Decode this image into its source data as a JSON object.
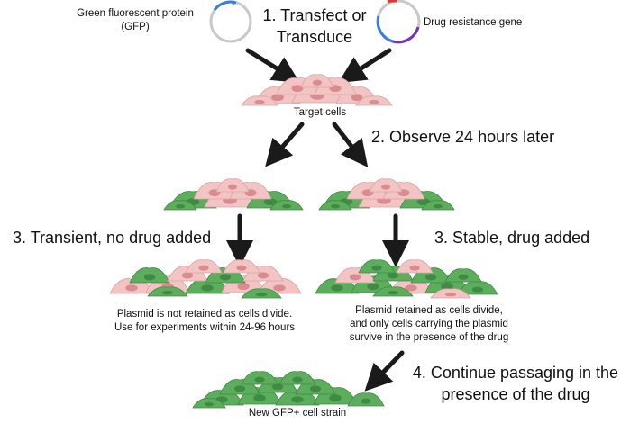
{
  "plasmids": {
    "gfp_label_line1": "Green fluorescent protein",
    "gfp_label_line2": "(GFP)",
    "drug_label": "Drug resistance gene"
  },
  "steps": {
    "step1_line1": "1. Transfect or",
    "step1_line2": "Transduce",
    "step2": "2. Observe 24 hours later",
    "step3_transient": "3. Transient, no drug added",
    "step3_stable": "3. Stable, drug added",
    "step4_line1": "4. Continue passaging in the",
    "step4_line2": "presence of the drug"
  },
  "captions": {
    "target_cells": "Target cells",
    "transient_line1": "Plasmid is not retained as cells divide.",
    "transient_line2": "Use for experiments within 24-96 hours",
    "stable_line1": "Plasmid retained as cells divide,",
    "stable_line2": "and only cells carrying the plasmid",
    "stable_line3": "survive in the presence of the drug",
    "final": "New GFP+ cell strain"
  },
  "colors": {
    "pink_cell": "#f3c4c4",
    "pink_nucleus": "#d98c8f",
    "green_cell": "#5cae5c",
    "green_nucleus": "#3f8b45",
    "arrow": "#1a1a1a",
    "plasmid_gfp_accent": "#3a7fd8",
    "plasmid_drug_accent": "#7b2fb3"
  }
}
